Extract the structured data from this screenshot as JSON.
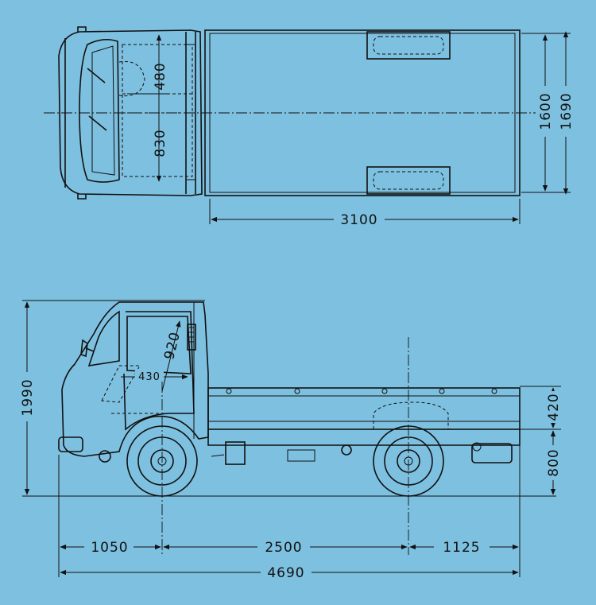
{
  "colors": {
    "background": "#7ec0e0",
    "ink": "#111111"
  },
  "top_view": {
    "cab_depth_dim": "480",
    "seat_depth_dim": "830",
    "bed_length_dim": "3100",
    "bed_inner_width_dim": "1600",
    "overall_width_dim": "1690"
  },
  "side_view": {
    "overall_height_dim": "1990",
    "seat_to_roof_dim": "920",
    "seat_offset_dim": "430",
    "bed_side_height_dim": "420",
    "bed_floor_height_dim": "800",
    "front_overhang_dim": "1050",
    "wheelbase_dim": "2500",
    "rear_overhang_dim": "1125",
    "overall_length_dim": "4690"
  }
}
